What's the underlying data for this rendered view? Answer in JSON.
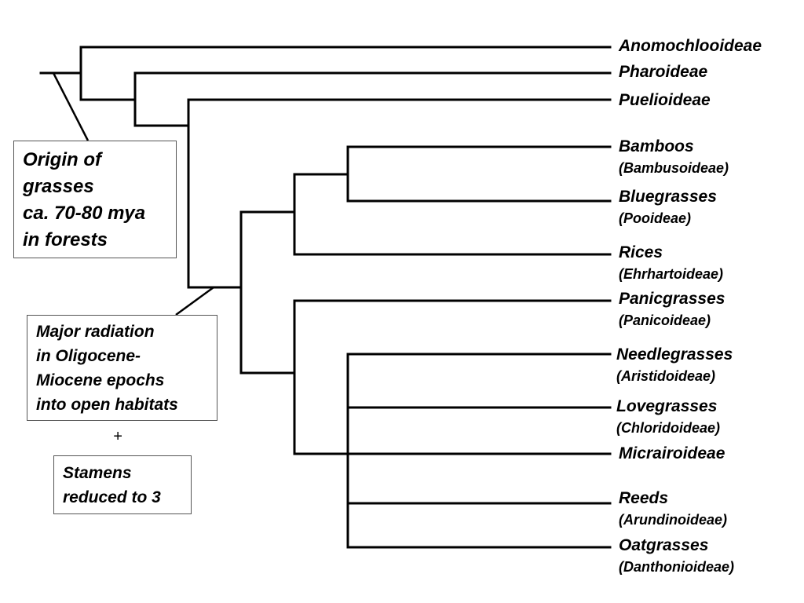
{
  "taxa": [
    {
      "name": "Anomochlooideae",
      "sub": ""
    },
    {
      "name": "Pharoideae",
      "sub": ""
    },
    {
      "name": "Puelioideae",
      "sub": ""
    },
    {
      "name": "Bamboos",
      "sub": "(Bambusoideae)"
    },
    {
      "name": "Bluegrasses",
      "sub": "(Pooideae)"
    },
    {
      "name": "Rices",
      "sub": "(Ehrhartoideae)"
    },
    {
      "name": "Panicgrasses",
      "sub": "(Panicoideae)"
    },
    {
      "name": "Needlegrasses",
      "sub": "(Aristidoideae)"
    },
    {
      "name": "Lovegrasses",
      "sub": "(Chloridoideae)"
    },
    {
      "name": "Micrairoideae",
      "sub": ""
    },
    {
      "name": "Reeds",
      "sub": "(Arundinoideae)"
    },
    {
      "name": "Oatgrasses",
      "sub": "(Danthonioideae)"
    }
  ],
  "annotations": {
    "origin": [
      "Origin of",
      "grasses",
      "ca. 70-80 mya",
      "in forests"
    ],
    "radiation": [
      "Major radiation",
      "in Oligocene-",
      "Miocene epochs",
      "into open habitats"
    ],
    "plus": "+",
    "stamens": [
      "Stamens",
      "reduced to 3"
    ]
  },
  "colors": {
    "line": "#000000",
    "box_border": "#555555",
    "background": "#ffffff"
  }
}
